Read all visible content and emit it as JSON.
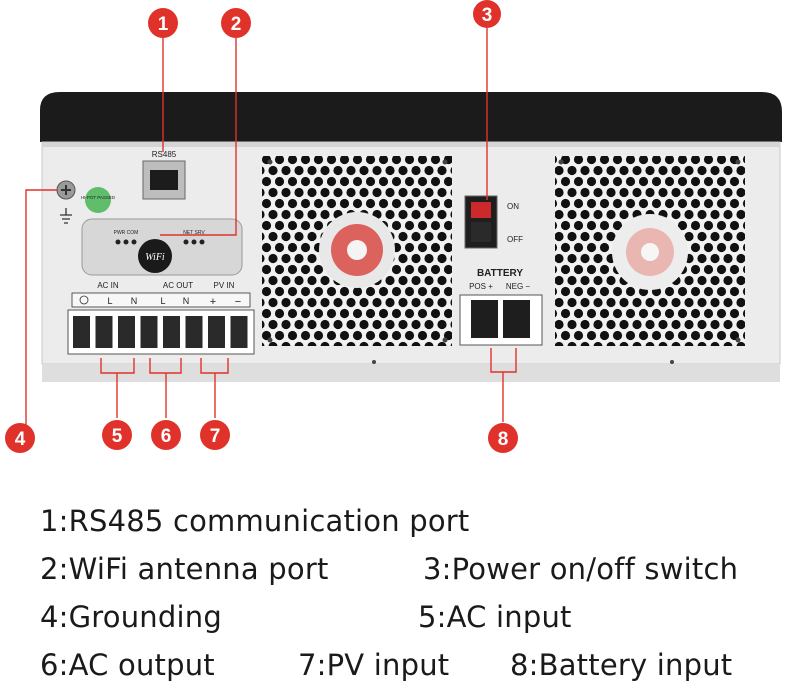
{
  "device": {
    "labels": {
      "rs485": "RS485",
      "pwr_com": "PWR COM",
      "net_srv": "NET SRV",
      "wifi": "WiFi",
      "hipot": "HI-POT PASSED",
      "ac_in": "AC IN",
      "ac_out": "AC OUT",
      "pv_in": "PV IN",
      "l": "L",
      "n": "N",
      "plus": "+",
      "minus": "−",
      "on": "ON",
      "off": "OFF",
      "battery": "BATTERY",
      "pos": "POS +",
      "neg": "NEG −"
    },
    "colors": {
      "marker": "#e0322a",
      "panel": "#ececec",
      "top": "#1b1b1b"
    }
  },
  "callouts": [
    {
      "id": "callout-1",
      "number": "1"
    },
    {
      "id": "callout-2",
      "number": "2"
    },
    {
      "id": "callout-3",
      "number": "3"
    },
    {
      "id": "callout-4",
      "number": "4"
    },
    {
      "id": "callout-5",
      "number": "5"
    },
    {
      "id": "callout-6",
      "number": "6"
    },
    {
      "id": "callout-7",
      "number": "7"
    },
    {
      "id": "callout-8",
      "number": "8"
    }
  ],
  "legend": {
    "item1": "1:RS485 communication port",
    "item2": "2:WiFi antenna port",
    "item3": "3:Power on/off switch",
    "item4": "4:Grounding",
    "item5": "5:AC input",
    "item6": "6:AC output",
    "item7": "7:PV input",
    "item8": "8:Battery input"
  }
}
